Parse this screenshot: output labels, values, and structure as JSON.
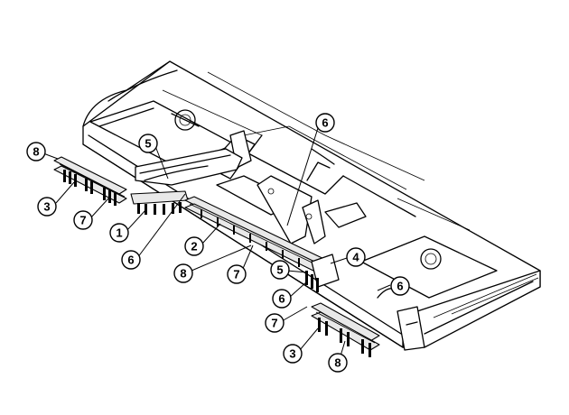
{
  "callouts": [
    {
      "id": "c1",
      "label": "8"
    },
    {
      "id": "c2",
      "label": "5"
    },
    {
      "id": "c3",
      "label": "6"
    },
    {
      "id": "c4",
      "label": "3"
    },
    {
      "id": "c5",
      "label": "7"
    },
    {
      "id": "c6",
      "label": "1"
    },
    {
      "id": "c7",
      "label": "6"
    },
    {
      "id": "c8",
      "label": "2"
    },
    {
      "id": "c9",
      "label": "8"
    },
    {
      "id": "c10",
      "label": "7"
    },
    {
      "id": "c11",
      "label": "5"
    },
    {
      "id": "c12",
      "label": "4"
    },
    {
      "id": "c13",
      "label": "6"
    },
    {
      "id": "c14",
      "label": "6"
    },
    {
      "id": "c15",
      "label": "7"
    },
    {
      "id": "c16",
      "label": "3"
    },
    {
      "id": "c17",
      "label": "8"
    }
  ]
}
